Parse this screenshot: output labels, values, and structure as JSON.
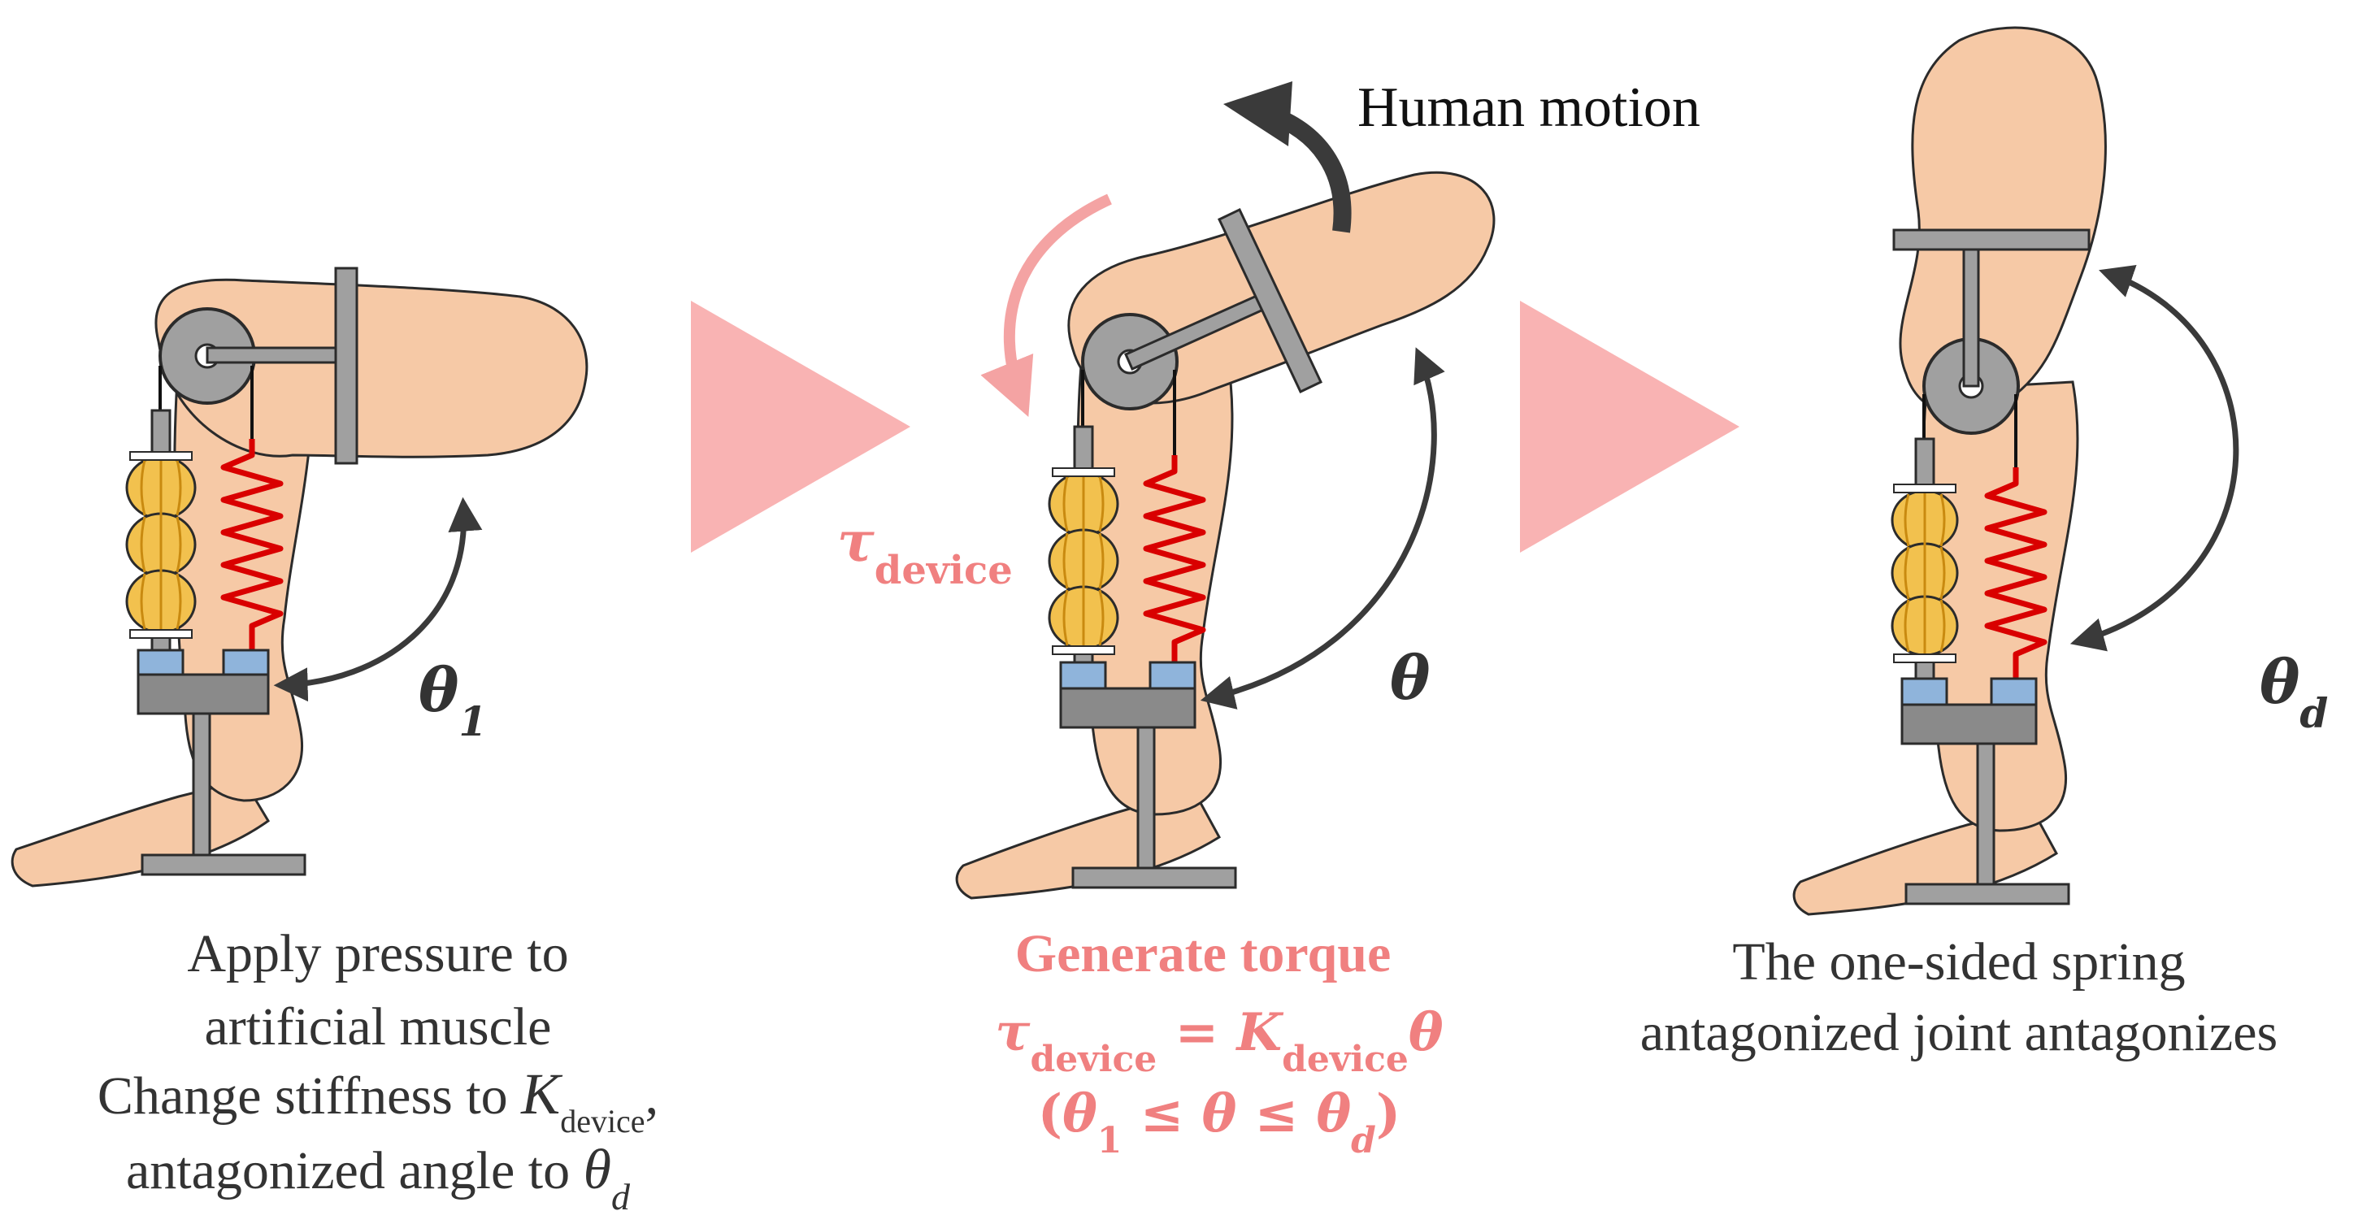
{
  "colors": {
    "skin": "#F6C9A6",
    "skin_stroke": "#2b2b2b",
    "metal": "#A0A0A0",
    "metal_dark": "#6f6f6f",
    "spring": "#D90000",
    "muscle": "#F2C14E",
    "muscle_dark": "#C98A10",
    "blue": "#8FB4DB",
    "arrow_dark": "#3a3a3a",
    "accent": "#F4A3A3",
    "accent_text": "#F08080",
    "text": "#333333"
  },
  "labels": {
    "human_motion": "Human motion",
    "theta1": "θ",
    "theta1_sub": "1",
    "theta": "θ",
    "thetad": "θ",
    "thetad_sub": "d",
    "tau": "τ",
    "tau_sub": "device"
  },
  "captions": {
    "left": {
      "line1": "Apply pressure to",
      "line2": "artificial muscle",
      "line3_pre": "Change stiffness to ",
      "line3_sym": "K",
      "line3_sub": "device",
      "line3_post": ",",
      "line4_pre": "antagonized angle to ",
      "line4_sym": "θ",
      "line4_sub": "d"
    },
    "middle": {
      "title": "Generate torque",
      "eq_tau": "τ",
      "eq_tau_sub": "device",
      "eq_mid": " = ",
      "eq_K": "K",
      "eq_K_sub": "device",
      "eq_theta": "θ",
      "range_open": "(",
      "range_t1": "θ",
      "range_t1_sub": "1",
      "range_le1": " ≤ ",
      "range_t": "θ",
      "range_le2": " ≤ ",
      "range_td": "θ",
      "range_td_sub": "d",
      "range_close": ")"
    },
    "right": {
      "line1": "The one-sided spring",
      "line2": "antagonized joint antagonizes"
    }
  }
}
